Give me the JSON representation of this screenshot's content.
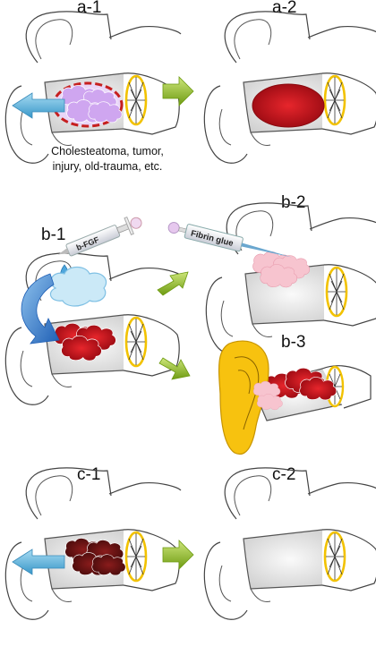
{
  "panels": {
    "a1": "a-1",
    "a2": "a-2",
    "b1": "b-1",
    "b2": "b-2",
    "b3": "b-3",
    "c1": "c-1",
    "c2": "c-2"
  },
  "caption": {
    "line1": "Cholesteatoma, tumor,",
    "line2": "injury, old-trauma, etc."
  },
  "syringes": {
    "bfgf": "b-FGF",
    "fibrin": "Fibrin glue"
  },
  "colors": {
    "canal": "#d6d6d6",
    "drum": "#f2c200",
    "blood": "#c0121c",
    "old_blood": "#6e1414",
    "cholesteatoma": "#cfa6f0",
    "lesion_outline": "#cc1f1f",
    "granulation": "#f7c4cf",
    "gelatin_cloud": "#cbe9f7",
    "auricle_yellow": "#f7c20f",
    "arrow_blue": "#57b4df",
    "arrow_green": "#99c825"
  }
}
